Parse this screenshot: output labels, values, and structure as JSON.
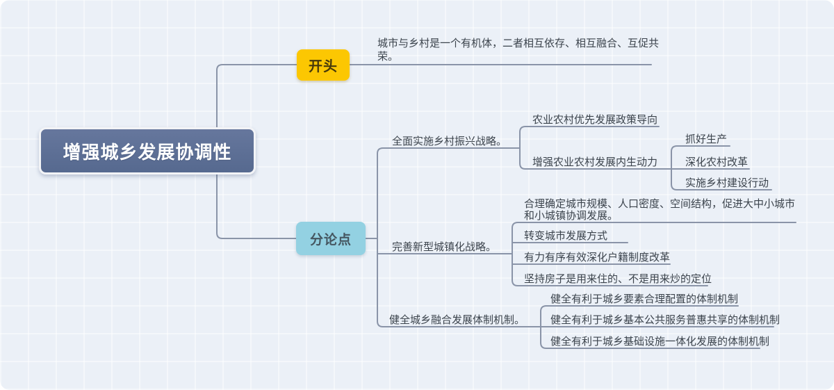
{
  "app": {
    "type": "mindmap-canvas"
  },
  "palette": {
    "canvas_bg": "#ebf0f7",
    "connector_line": "#8a94a8",
    "root_bg": "#5b6d94",
    "root_text": "#ffffff",
    "intro_bg": "#fcc702",
    "intro_text": "#46390b",
    "points_bg": "#93d1e2",
    "points_text": "#455660",
    "topic_text": "#3b434c"
  },
  "root": {
    "label": "增强城乡发展协调性"
  },
  "intro": {
    "label": "开头",
    "note": "城市与乡村是一个有机体，二者相互依存、相互融合、互促共荣。"
  },
  "points": {
    "label": "分论点",
    "branches": [
      {
        "label": "全面实施乡村振兴战略。",
        "children": [
          {
            "label": "农业农村优先发展政策导向"
          },
          {
            "label": "增强农业农村发展内生动力",
            "children": [
              {
                "label": "抓好生产"
              },
              {
                "label": "深化农村改革"
              },
              {
                "label": "实施乡村建设行动"
              }
            ]
          }
        ]
      },
      {
        "label": "完善新型城镇化战略。",
        "children": [
          {
            "label": "合理确定城市规模、人口密度、空间结构，促进大中小城市和小城镇协调发展。"
          },
          {
            "label": "转变城市发展方式"
          },
          {
            "label": "有力有序有效深化户籍制度改革"
          },
          {
            "label": "坚持房子是用来住的、不是用来炒的定位"
          }
        ]
      },
      {
        "label": "健全城乡融合发展体制机制。",
        "children": [
          {
            "label": "健全有利于城乡要素合理配置的体制机制"
          },
          {
            "label": "健全有利于城乡基本公共服务普惠共享的体制机制"
          },
          {
            "label": "健全有利于城乡基础设施一体化发展的体制机制"
          }
        ]
      }
    ]
  }
}
